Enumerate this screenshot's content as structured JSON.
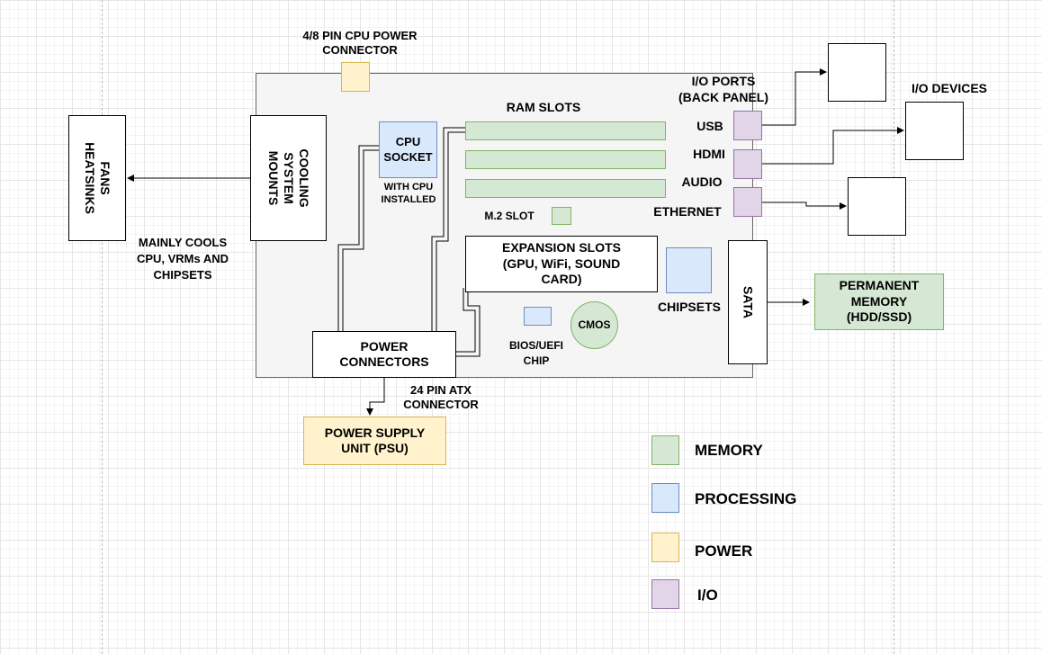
{
  "components": {
    "cpu_power_connector": "4/8 PIN CPU POWER\nCONNECTOR",
    "cooling_mounts": "COOLING\nSYSTEM\nMOUNTS",
    "fans_heatsinks": "FANS\nHEATSINKS",
    "cooling_note": "MAINLY COOLS\nCPU, VRMs AND\nCHIPSETS",
    "cpu_socket": "CPU\nSOCKET",
    "cpu_socket_note": "WITH CPU\nINSTALLED",
    "ram_slots": "RAM SLOTS",
    "m2_slot": "M.2 SLOT",
    "expansion_slots": "EXPANSION SLOTS\n(GPU, WiFi, SOUND\nCARD)",
    "chipsets": "CHIPSETS",
    "sata": "SATA",
    "permanent_memory": "PERMANENT\nMEMORY\n(HDD/SSD)",
    "cmos": "CMOS",
    "bios_chip": "BIOS/UEFI\nCHIP",
    "power_connectors": "POWER\nCONNECTORS",
    "atx_connector": "24 PIN ATX\nCONNECTOR",
    "psu": "POWER SUPPLY\nUNIT (PSU)",
    "io_ports": "I/O PORTS\n(BACK PANEL)",
    "io_devices": "I/O DEVICES",
    "port_usb": "USB",
    "port_hdmi": "HDMI",
    "port_audio": "AUDIO",
    "port_ethernet": "ETHERNET"
  },
  "legend": [
    {
      "label": "MEMORY",
      "color": "#d5e8d4"
    },
    {
      "label": "PROCESSING",
      "color": "#dae8fc"
    },
    {
      "label": "POWER",
      "color": "#fff2cc"
    },
    {
      "label": "I/O",
      "color": "#e1d5e7"
    }
  ]
}
